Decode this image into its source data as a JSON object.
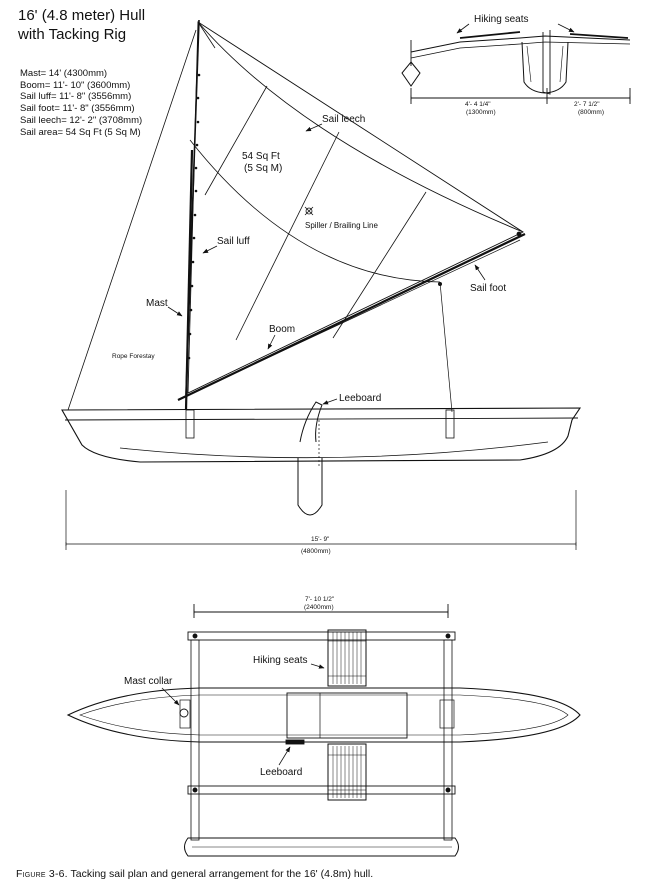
{
  "title": {
    "line1": "16' (4.8 meter) Hull",
    "line2": "with Tacking Rig"
  },
  "specs": [
    "Mast= 14'  (4300mm)",
    "Boom= 11'- 10\"  (3600mm)",
    "Sail luff=  11'- 8\"  (3556mm)",
    "Sail foot=  11'- 8\"  (3556mm)",
    "Sail leech=  12'- 2\"  (3708mm)",
    "Sail area= 54 Sq Ft   (5 Sq M)"
  ],
  "labels": {
    "sail_leech": "Sail leech",
    "sail_area_ft": "54 Sq Ft",
    "sail_area_m": "(5 Sq M)",
    "spiller": "Spiller / Brailing Line",
    "sail_luff": "Sail luff",
    "mast": "Mast",
    "boom": "Boom",
    "sail_foot": "Sail foot",
    "rope_forestay": "Rope Forestay",
    "leeboard": "Leeboard",
    "hiking_seats_top": "Hiking seats",
    "hiking_seats_plan": "Hiking seats",
    "mast_collar": "Mast collar",
    "leeboard_plan": "Leeboard"
  },
  "dimensions": {
    "overall_length": "15'- 9\"",
    "overall_length_mm": "(4800mm)",
    "beam_left": "4'- 4 1/4\"",
    "beam_left_mm": "(1300mm)",
    "beam_right": "2'- 7 1/2\"",
    "beam_right_mm": "(800mm)",
    "crossbeam": "7'- 10 1/2\"",
    "crossbeam_mm": "(2400mm)"
  },
  "caption": {
    "figure": "Figure 3-6.",
    "text": "Tacking sail plan and general arrangement for the 16' (4.8m) hull."
  }
}
